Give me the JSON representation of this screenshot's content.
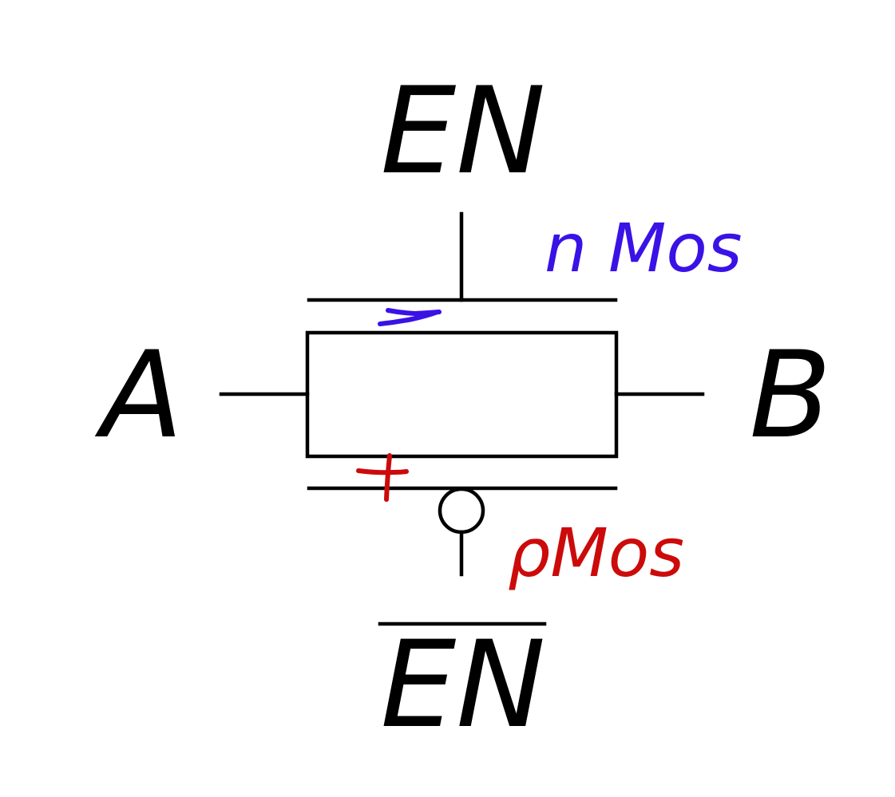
{
  "labels": {
    "en_top": "EN",
    "en_bottom": "EN",
    "port_a": "A",
    "port_b": "B"
  },
  "annotations": {
    "nmos": "n Mos",
    "pmos": "ρMos"
  },
  "colors": {
    "line": "#000000",
    "nmos_ink": "#3a12e6",
    "pmos_ink": "#cc0a0a",
    "background": "#ffffff"
  }
}
